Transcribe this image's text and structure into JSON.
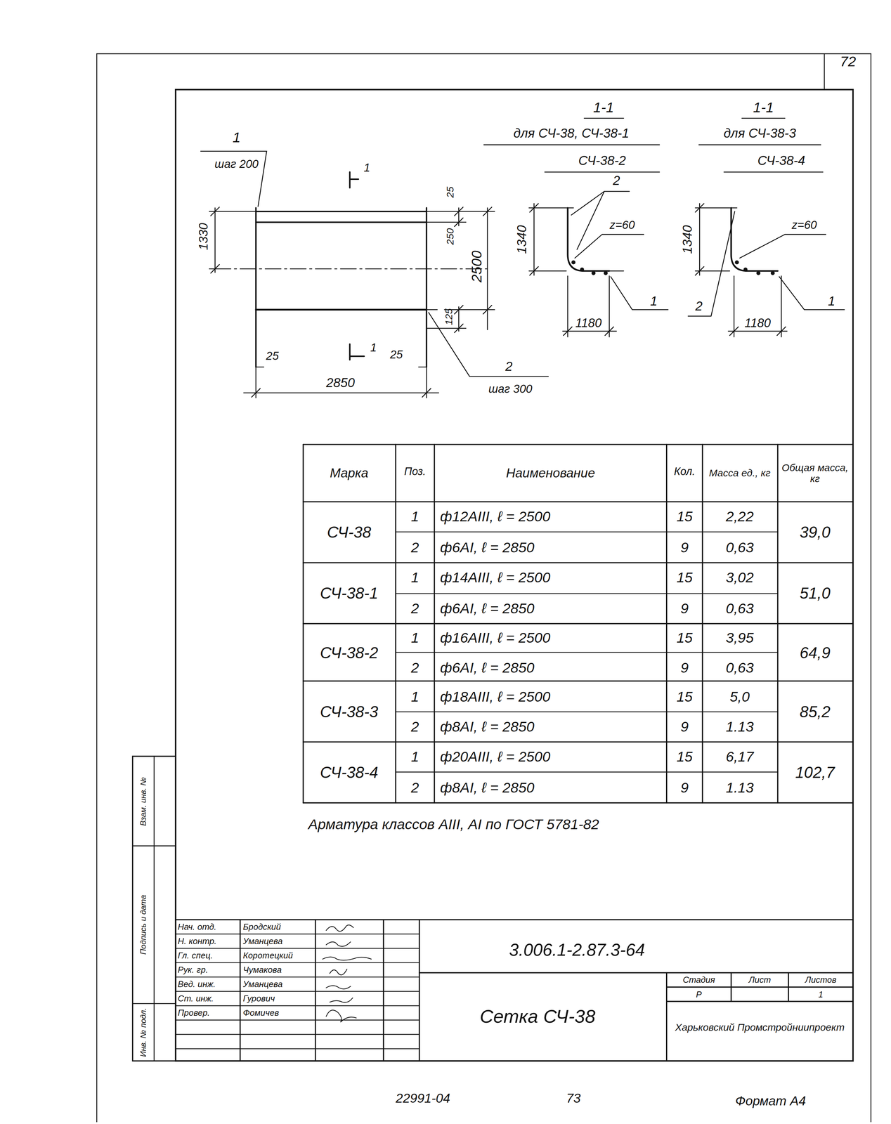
{
  "diagram": {
    "title": "Сетка СЧ-38",
    "labels": [
      "72",
      "1",
      "шаг 200",
      "1",
      "1",
      "1330",
      "25",
      "250",
      "2500",
      "125",
      "25",
      "25",
      "2850",
      "2",
      "шаг 300",
      "1-1",
      "для СЧ-38, СЧ-38-1",
      "СЧ-38-2",
      "1-1",
      "для СЧ-38-3",
      "СЧ-38-4",
      "2",
      "1340",
      "z=60",
      "1180",
      "1",
      "1340",
      "z=60",
      "2",
      "1180",
      "1",
      "Марка",
      "Поз.",
      "Наименование",
      "Кол.",
      "Масса ед., кг",
      "Общая масса, кг",
      "СЧ-38",
      "1",
      "ф12АIII, ℓ = 2500",
      "15",
      "2,22",
      "2",
      "ф6АI, ℓ = 2850",
      "9",
      "0,63",
      "39,0",
      "СЧ-38-1",
      "1",
      "ф14АIII, ℓ = 2500",
      "15",
      "3,02",
      "2",
      "ф6АI, ℓ = 2850",
      "9",
      "0,63",
      "51,0",
      "СЧ-38-2",
      "1",
      "ф16АIII, ℓ = 2500",
      "15",
      "3,95",
      "2",
      "ф6АI, ℓ = 2850",
      "9",
      "0,63",
      "64,9",
      "СЧ-38-3",
      "1",
      "ф18АIII, ℓ = 2500",
      "15",
      "5,0",
      "2",
      "ф8АI, ℓ = 2850",
      "9",
      "1.13",
      "85,2",
      "СЧ-38-4",
      "1",
      "ф20АIII, ℓ = 2500",
      "15",
      "6,17",
      "2",
      "ф8АI, ℓ = 2850",
      "9",
      "1.13",
      "102,7",
      "Арматура классов АIII, АI по ГОСТ 5781-82",
      "Нач. отд.",
      "Бродский",
      "Н. контр.",
      "Уманцева",
      "Гл. спец.",
      "Коротецкий",
      "Рук. гр.",
      "Чумакова",
      "Вед. инж.",
      "Уманцева",
      "Ст. инж.",
      "Гурович",
      "Провер.",
      "Фомичев",
      "3.006.1-2.87.3-64",
      "Стадия",
      "Лист",
      "Листов",
      "Р",
      "1",
      "Харьковский Промстройниипроект",
      "Инв. № подл.",
      "Подпись и дата",
      "Взам. инв. №",
      "22991-04",
      "73",
      "Формат А4"
    ]
  }
}
